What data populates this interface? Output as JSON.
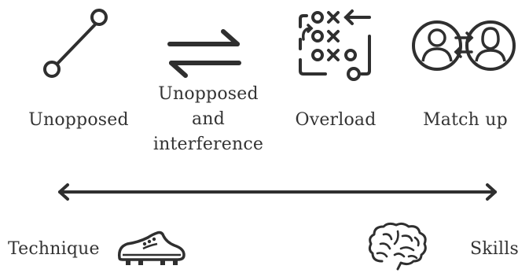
{
  "stages": [
    {
      "label": "Unopposed",
      "icon": "line-segment-icon"
    },
    {
      "label_lines": [
        "Unopposed",
        "and",
        "interference"
      ],
      "icon": "swap-arrows-icon"
    },
    {
      "label": "Overload",
      "icon": "tactics-board-icon"
    },
    {
      "label": "Match up",
      "icon": "player-vs-player-icon"
    }
  ],
  "continuum": {
    "left_label": "Technique",
    "left_icon": "football-boot-icon",
    "right_label": "Skills",
    "right_icon": "brain-icon"
  },
  "colors": {
    "stroke": "#2f2f2f",
    "text": "#333333",
    "background": "#ffffff"
  }
}
